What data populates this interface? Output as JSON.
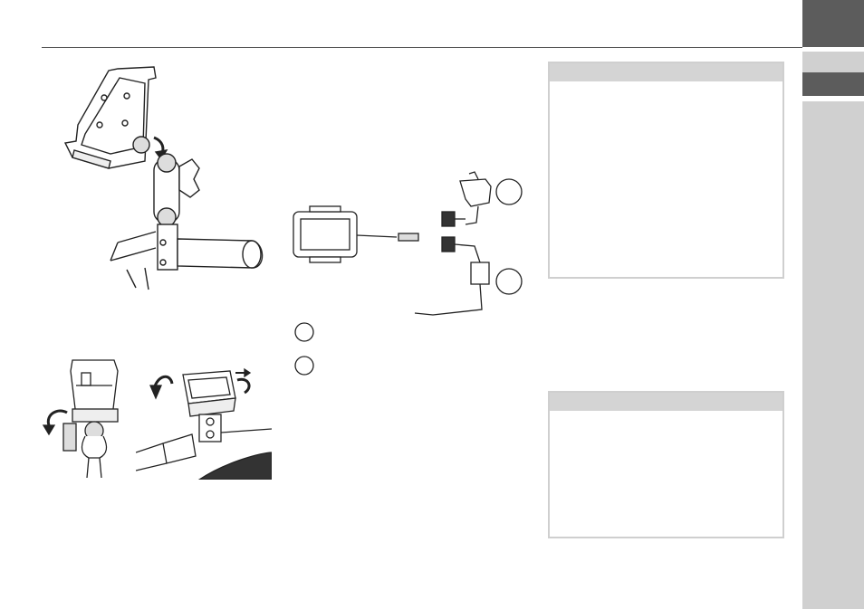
{
  "page": {
    "header_rule": true,
    "side_tabs": [
      "tab-chapter-dark",
      "tab-section-dark"
    ]
  },
  "figures": {
    "mount": "handlebar-mount-illustration",
    "detail_a": "mount-rotation-detail",
    "detail_b": "device-adjustment-detail",
    "power": "power-cable-diagram"
  },
  "callouts": {
    "one": "",
    "two": ""
  },
  "notes": [
    {
      "header": "",
      "body": ""
    },
    {
      "header": "",
      "body": ""
    }
  ]
}
